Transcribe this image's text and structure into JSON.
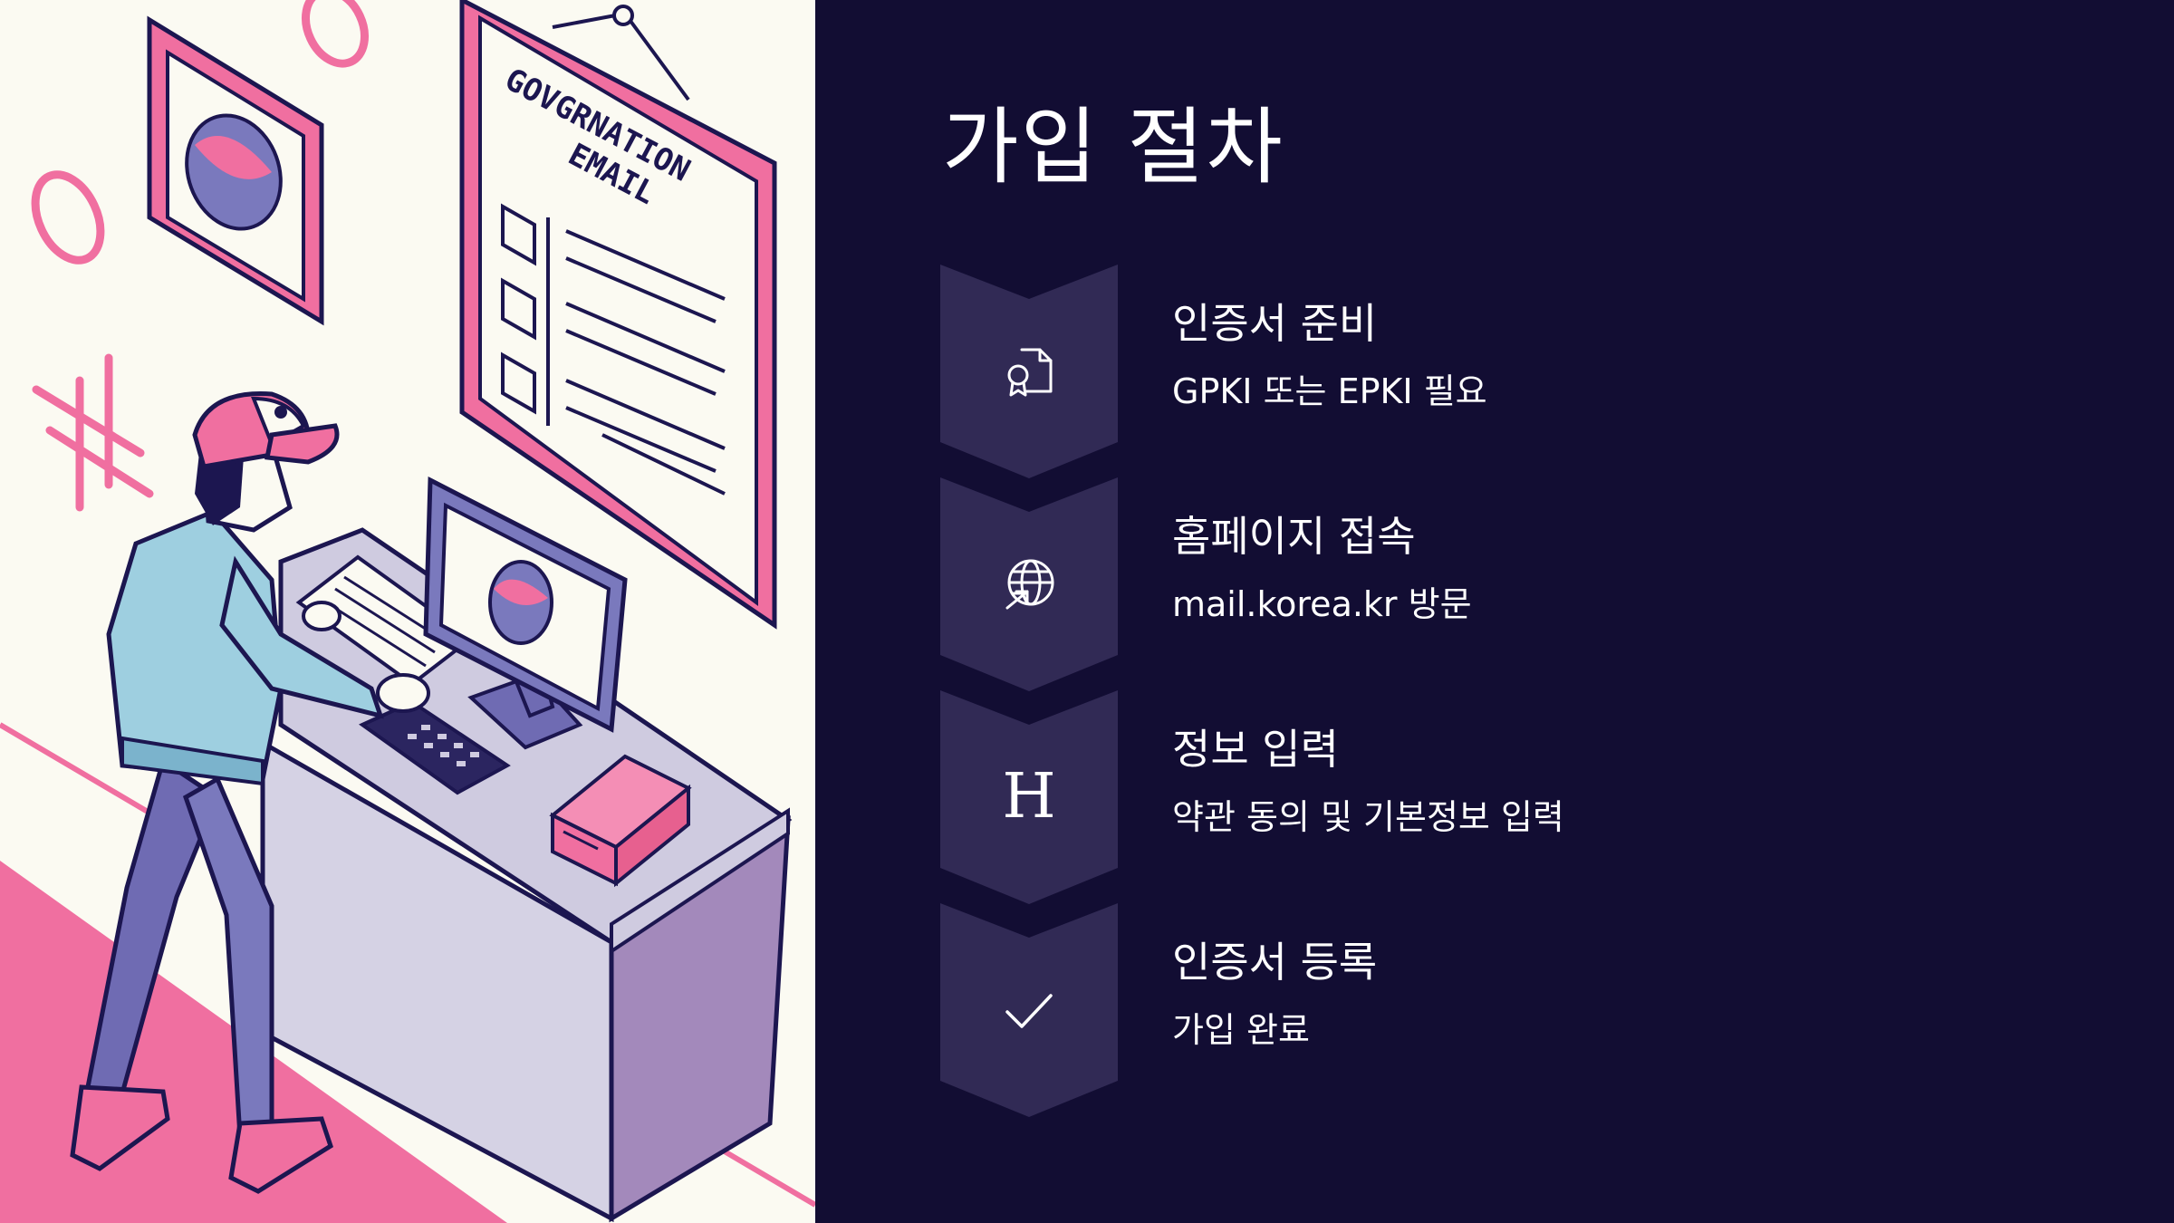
{
  "title": "가입 절차",
  "steps": [
    {
      "title": "인증서 준비",
      "description": "GPKI 또는 EPKI 필요",
      "icon": "certificate-icon"
    },
    {
      "title": "홈페이지 접속",
      "description": "mail.korea.kr 방문",
      "icon": "globe-icon"
    },
    {
      "title": "정보 입력",
      "description": "약관 동의 및 기본정보 입력",
      "icon": "heading-icon",
      "glyph": "H"
    },
    {
      "title": "인증서 등록",
      "description": "가입 완료",
      "icon": "check-icon"
    }
  ],
  "illustration": {
    "poster_line1": "GOVGRNATION",
    "poster_line2": "EMAIL"
  },
  "colors": {
    "background": "#120d33",
    "badge": "#312a55",
    "pink": "#f06fa0",
    "navy": "#1c1650",
    "cream": "#fbfaf2"
  }
}
